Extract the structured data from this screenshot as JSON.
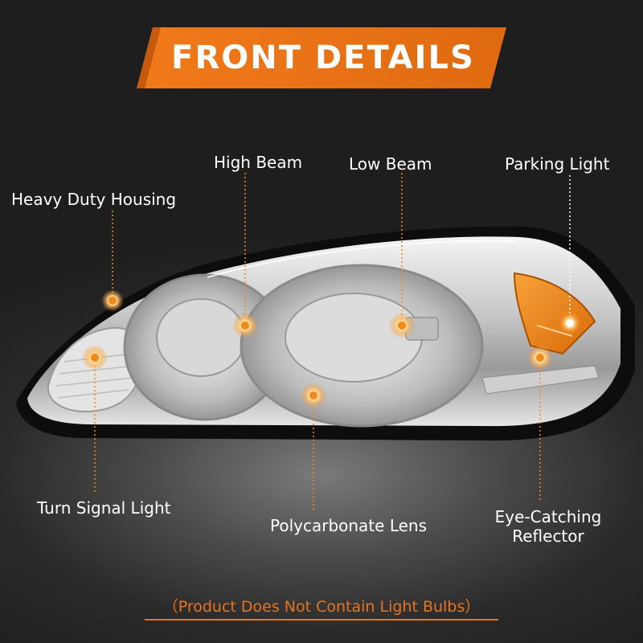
{
  "header": {
    "title": "FRONT DETAILS"
  },
  "callouts": {
    "heavy_duty_housing": "Heavy Duty Housing",
    "high_beam": "High Beam",
    "low_beam": "Low Beam",
    "parking_light": "Parking Light",
    "turn_signal_light": "Turn Signal Light",
    "polycarbonate_lens": "Polycarbonate Lens",
    "eye_catching_reflector_line1": "Eye-Catching",
    "eye_catching_reflector_line2": "Reflector"
  },
  "footer": {
    "note": "（Product Does Not Contain Light Bulbs）"
  },
  "colors": {
    "accent": "#e8741e",
    "amber": "#f08a1c",
    "text": "#ffffff"
  }
}
